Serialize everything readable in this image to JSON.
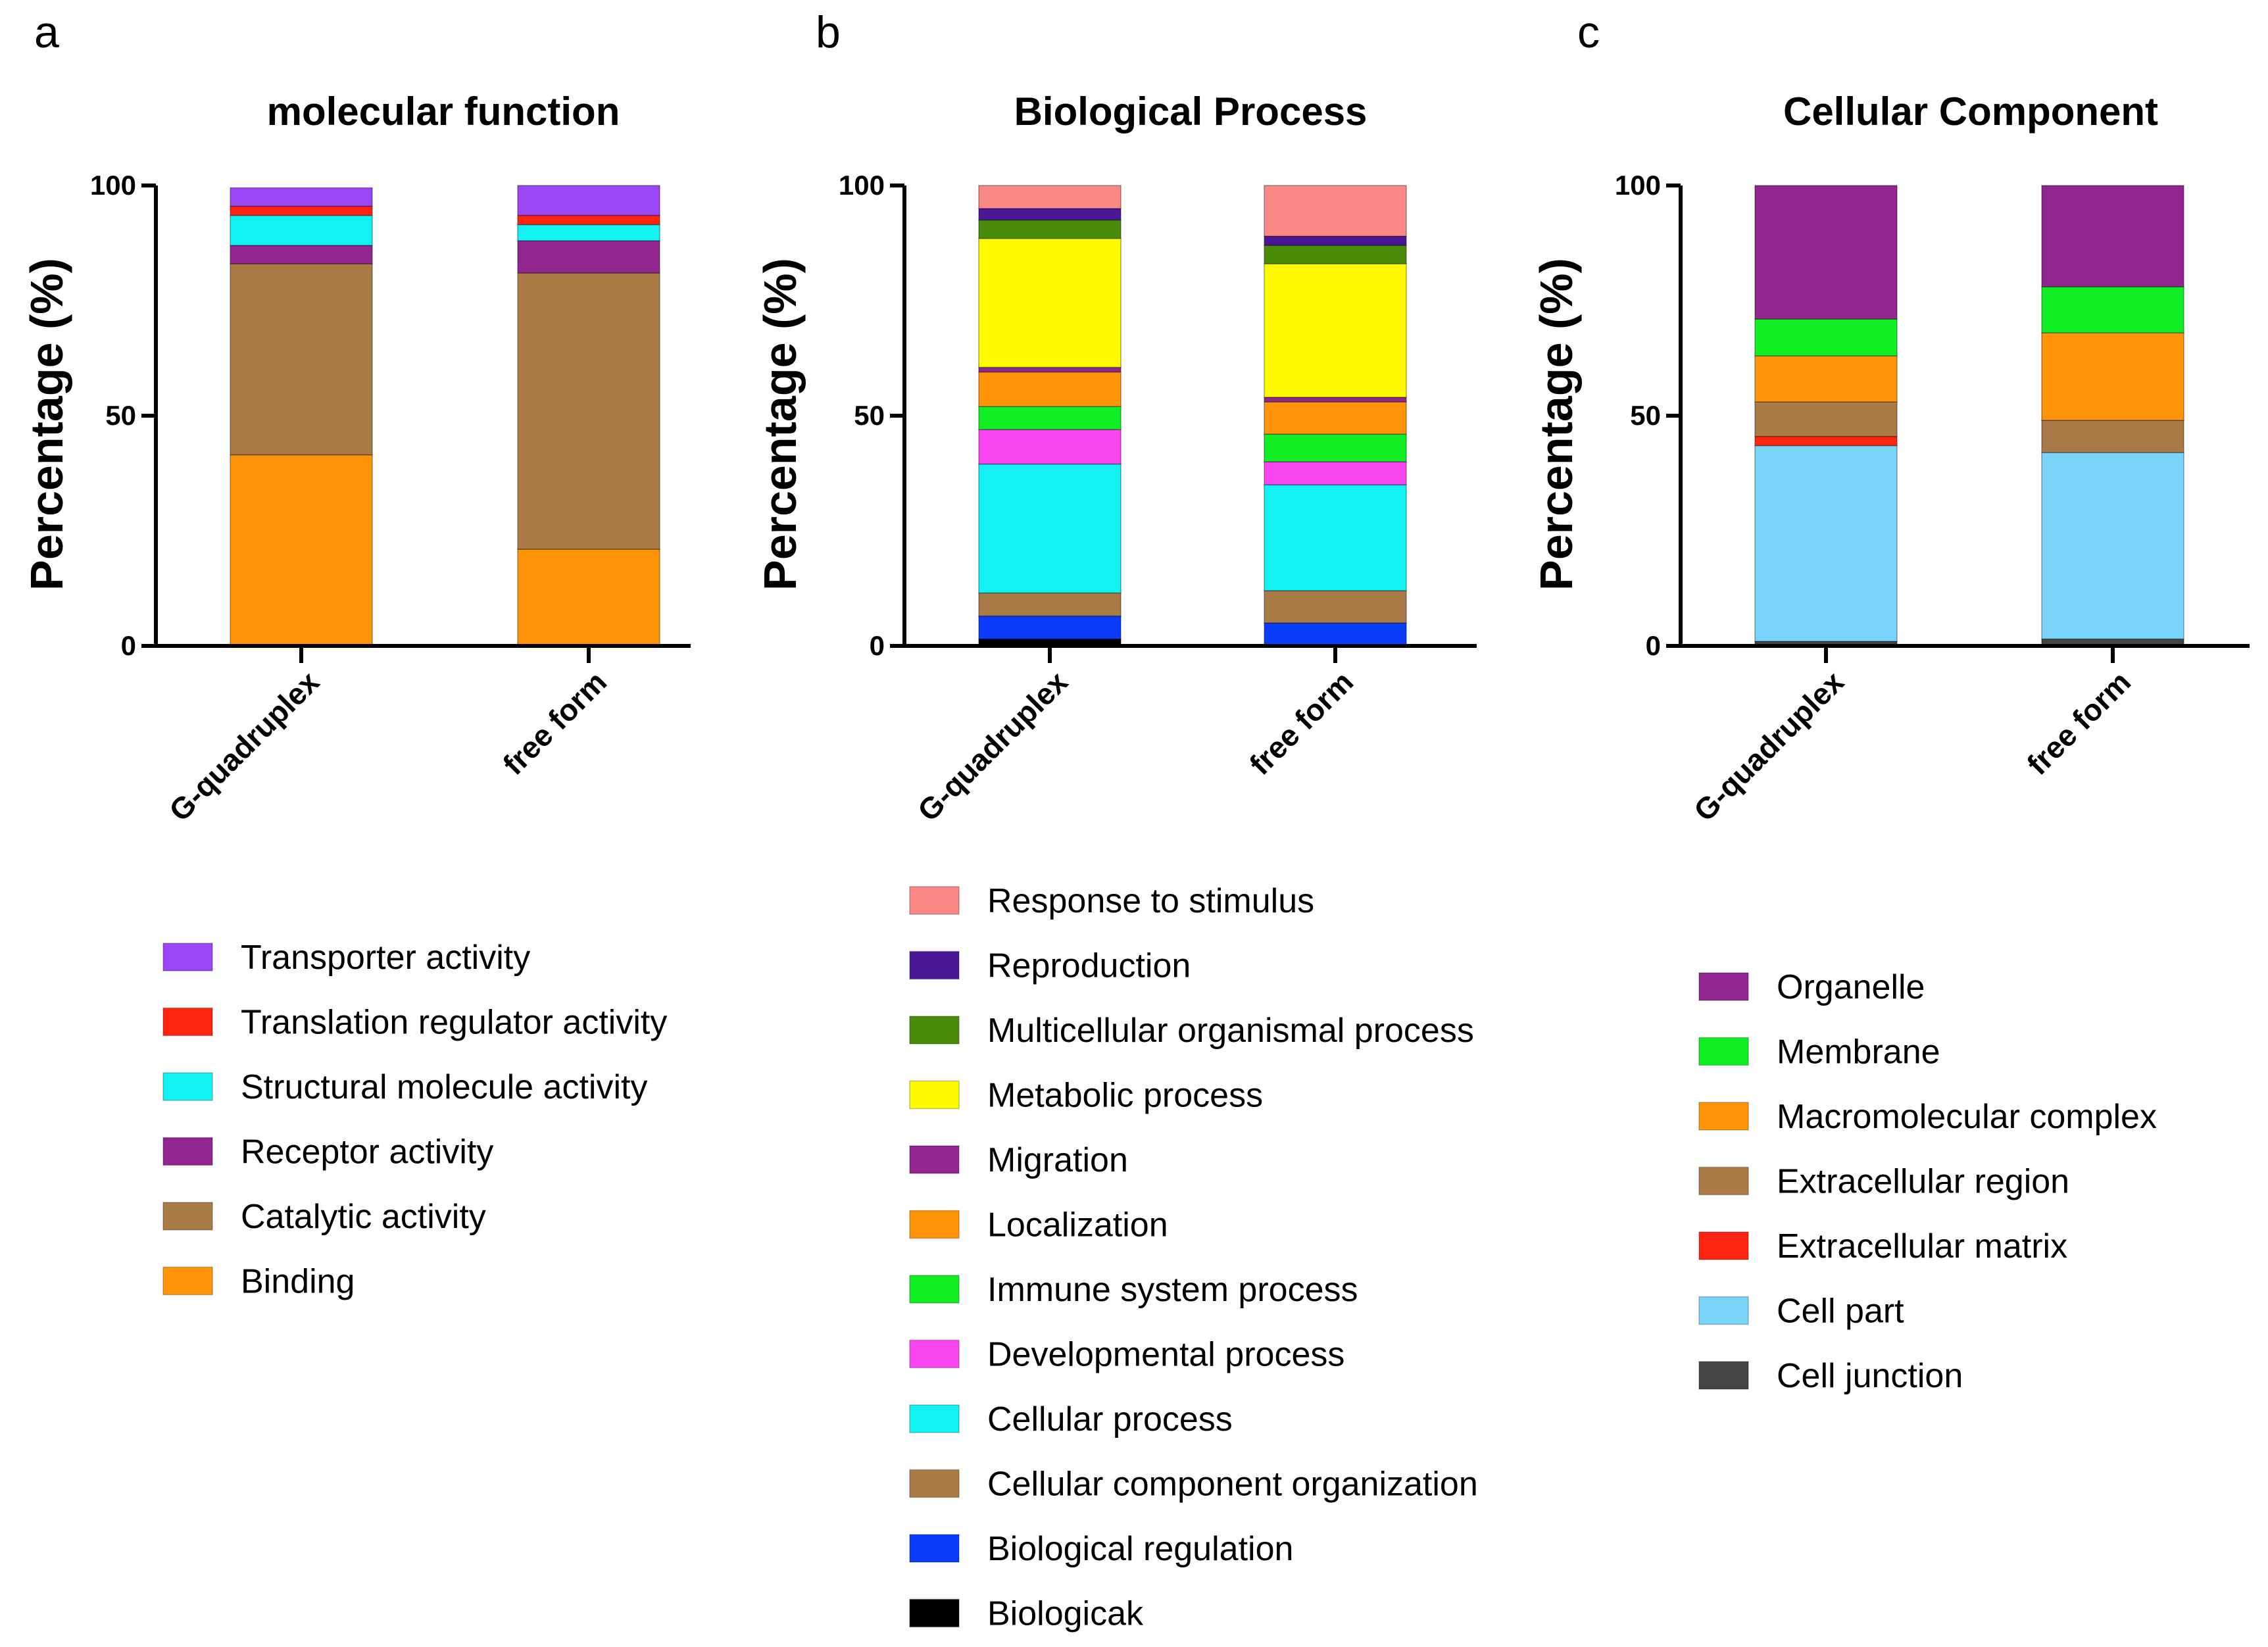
{
  "chart_data": [
    {
      "type": "bar",
      "stacked": true,
      "panel": "a",
      "title": "molecular function",
      "ylabel": "Percentage (%)",
      "xlabel": "",
      "ylim": [
        0,
        100
      ],
      "yticks": [
        "0",
        "50",
        "100"
      ],
      "categories": [
        "G-quadruplex",
        "free form"
      ],
      "legend_placement": "below",
      "series": [
        {
          "name": "Binding",
          "color": "#FF9408",
          "values": [
            41.5,
            21
          ]
        },
        {
          "name": "Catalytic activity",
          "color": "#A87B47",
          "values": [
            41.5,
            60
          ]
        },
        {
          "name": "Receptor activity",
          "color": "#912691",
          "values": [
            4,
            7
          ]
        },
        {
          "name": "Structural molecule activity",
          "color": "#12F2F2",
          "values": [
            6.5,
            3.5
          ]
        },
        {
          "name": "Translation regulator activity",
          "color": "#FF2410",
          "values": [
            2,
            2
          ]
        },
        {
          "name": "Transporter activity",
          "color": "#9A46F5",
          "values": [
            4,
            6.5
          ]
        }
      ]
    },
    {
      "type": "bar",
      "stacked": true,
      "panel": "b",
      "title": "Biological Process",
      "ylabel": "Percentage (%)",
      "xlabel": "",
      "ylim": [
        0,
        100
      ],
      "yticks": [
        "0",
        "50",
        "100"
      ],
      "categories": [
        "G-quadruplex",
        "free form"
      ],
      "legend_placement": "below",
      "series": [
        {
          "name": "Biologicak",
          "color": "#000000",
          "values": [
            1.5,
            0
          ]
        },
        {
          "name": "Biological regulation",
          "color": "#0A3CFA",
          "values": [
            5,
            5
          ]
        },
        {
          "name": "Cellular component organization",
          "color": "#A87B47",
          "values": [
            5,
            7
          ]
        },
        {
          "name": "Cellular process",
          "color": "#12F2F2",
          "values": [
            28,
            23
          ]
        },
        {
          "name": "Developmental process",
          "color": "#FA46F0",
          "values": [
            7.5,
            5
          ]
        },
        {
          "name": "Immune system process",
          "color": "#12EE24",
          "values": [
            5,
            6
          ]
        },
        {
          "name": "Localization",
          "color": "#FF9408",
          "values": [
            7.5,
            7
          ]
        },
        {
          "name": "Migration",
          "color": "#912691",
          "values": [
            1,
            1
          ]
        },
        {
          "name": "Metabolic process",
          "color": "#FFFA00",
          "values": [
            28,
            29
          ]
        },
        {
          "name": "Multicellular organismal process",
          "color": "#4A8C0A",
          "values": [
            4,
            4
          ]
        },
        {
          "name": "Reproduction",
          "color": "#4A1896",
          "values": [
            2.5,
            2
          ]
        },
        {
          "name": "Response to stimulus",
          "color": "#FA8884",
          "values": [
            5,
            11
          ]
        }
      ]
    },
    {
      "type": "bar",
      "stacked": true,
      "panel": "c",
      "title": "Cellular Component",
      "ylabel": "Percentage (%)",
      "xlabel": "",
      "ylim": [
        0,
        100
      ],
      "yticks": [
        "0",
        "50",
        "100"
      ],
      "categories": [
        "G-quadruplex",
        "free form"
      ],
      "legend_placement": "below",
      "series": [
        {
          "name": "Cell junction",
          "color": "#444444",
          "values": [
            1,
            1.5
          ]
        },
        {
          "name": "Cell part",
          "color": "#7AD4FA",
          "values": [
            42.5,
            40.5
          ]
        },
        {
          "name": "Extracellular matrix",
          "color": "#FF2410",
          "values": [
            2,
            0
          ]
        },
        {
          "name": "Extracellular region",
          "color": "#A87B47",
          "values": [
            7.5,
            7
          ]
        },
        {
          "name": "Macromolecular complex",
          "color": "#FF9408",
          "values": [
            10,
            19
          ]
        },
        {
          "name": "Membrane",
          "color": "#12EE24",
          "values": [
            8,
            10
          ]
        },
        {
          "name": "Organelle",
          "color": "#912691",
          "values": [
            29,
            22
          ]
        }
      ]
    }
  ]
}
